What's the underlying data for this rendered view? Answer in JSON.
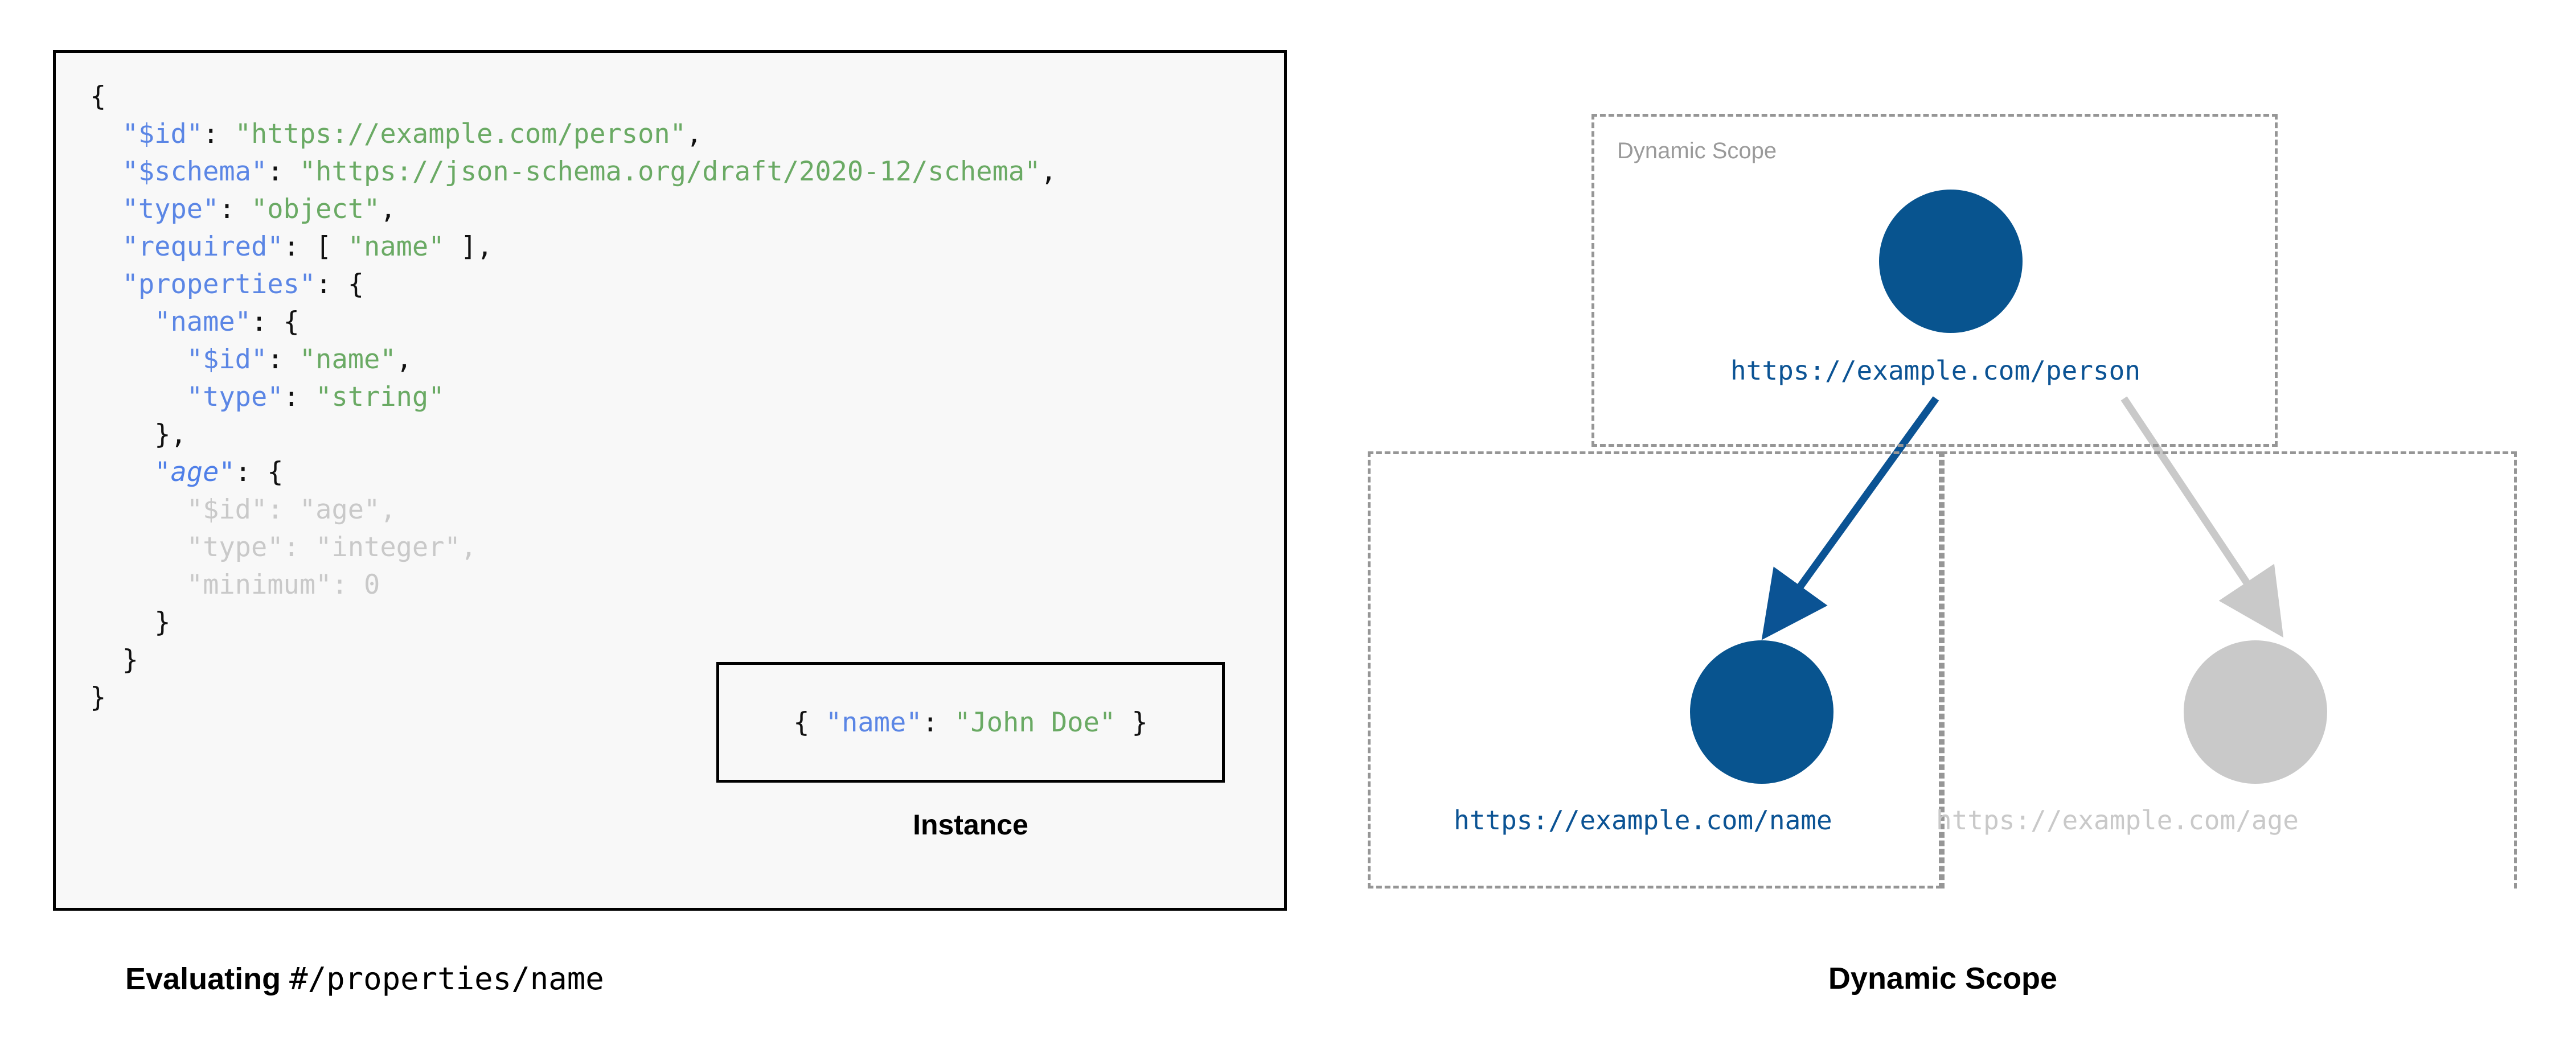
{
  "left": {
    "code_lines": [
      {
        "indent": 0,
        "tokens": [
          {
            "t": "{",
            "c": "p"
          }
        ]
      },
      {
        "indent": 1,
        "tokens": [
          {
            "t": "\"$id\"",
            "c": "k"
          },
          {
            "t": ": ",
            "c": "p"
          },
          {
            "t": "\"https://example.com/person\"",
            "c": "s"
          },
          {
            "t": ",",
            "c": "p"
          }
        ]
      },
      {
        "indent": 1,
        "tokens": [
          {
            "t": "\"$schema\"",
            "c": "k"
          },
          {
            "t": ": ",
            "c": "p"
          },
          {
            "t": "\"https://json-schema.org/draft/2020-12/schema\"",
            "c": "s"
          },
          {
            "t": ",",
            "c": "p"
          }
        ]
      },
      {
        "indent": 1,
        "tokens": [
          {
            "t": "\"type\"",
            "c": "k"
          },
          {
            "t": ": ",
            "c": "p"
          },
          {
            "t": "\"object\"",
            "c": "s"
          },
          {
            "t": ",",
            "c": "p"
          }
        ]
      },
      {
        "indent": 1,
        "tokens": [
          {
            "t": "\"required\"",
            "c": "k"
          },
          {
            "t": ": [ ",
            "c": "p"
          },
          {
            "t": "\"name\"",
            "c": "s"
          },
          {
            "t": " ],",
            "c": "p"
          }
        ]
      },
      {
        "indent": 1,
        "tokens": [
          {
            "t": "\"properties\"",
            "c": "k"
          },
          {
            "t": ": {",
            "c": "p"
          }
        ]
      },
      {
        "indent": 2,
        "tokens": [
          {
            "t": "\"name\"",
            "c": "k"
          },
          {
            "t": ": {",
            "c": "p"
          }
        ]
      },
      {
        "indent": 3,
        "tokens": [
          {
            "t": "\"$id\"",
            "c": "k"
          },
          {
            "t": ": ",
            "c": "p"
          },
          {
            "t": "\"name\"",
            "c": "s"
          },
          {
            "t": ",",
            "c": "p"
          }
        ]
      },
      {
        "indent": 3,
        "tokens": [
          {
            "t": "\"type\"",
            "c": "k"
          },
          {
            "t": ": ",
            "c": "p"
          },
          {
            "t": "\"string\"",
            "c": "s"
          }
        ]
      },
      {
        "indent": 2,
        "tokens": [
          {
            "t": "},",
            "c": "p"
          }
        ]
      },
      {
        "indent": 2,
        "tokens": [
          {
            "t": "\"age\"",
            "c": "key-italic"
          },
          {
            "t": ": {",
            "c": "p"
          }
        ]
      },
      {
        "indent": 3,
        "dim": true,
        "tokens": [
          {
            "t": "\"$id\"",
            "c": "k"
          },
          {
            "t": ": ",
            "c": "p"
          },
          {
            "t": "\"age\"",
            "c": "s"
          },
          {
            "t": ",",
            "c": "p"
          }
        ]
      },
      {
        "indent": 3,
        "dim": true,
        "tokens": [
          {
            "t": "\"type\"",
            "c": "k"
          },
          {
            "t": ": ",
            "c": "p"
          },
          {
            "t": "\"integer\"",
            "c": "s"
          },
          {
            "t": ",",
            "c": "p"
          }
        ]
      },
      {
        "indent": 3,
        "dim": true,
        "tokens": [
          {
            "t": "\"minimum\"",
            "c": "k"
          },
          {
            "t": ": ",
            "c": "p"
          },
          {
            "t": "0",
            "c": "n"
          }
        ]
      },
      {
        "indent": 2,
        "tokens": [
          {
            "t": "}",
            "c": "p"
          }
        ]
      },
      {
        "indent": 1,
        "tokens": [
          {
            "t": "}",
            "c": "p"
          }
        ]
      },
      {
        "indent": 0,
        "tokens": [
          {
            "t": "}",
            "c": "p"
          }
        ]
      }
    ],
    "instance": {
      "tokens": [
        {
          "t": "{ ",
          "c": "p"
        },
        {
          "t": "\"name\"",
          "c": "k"
        },
        {
          "t": ": ",
          "c": "p"
        },
        {
          "t": "\"John Doe\"",
          "c": "s"
        },
        {
          "t": " }",
          "c": "p"
        }
      ],
      "label": "Instance"
    },
    "caption_bold": "Evaluating ",
    "caption_mono": "#/properties/name"
  },
  "right": {
    "scope_top_label": "Dynamic Scope",
    "nodes": [
      {
        "id": "person",
        "label": "https://example.com/person",
        "color": "#08548f",
        "active": true
      },
      {
        "id": "name",
        "label": "https://example.com/name",
        "color": "#08548f",
        "active": true
      },
      {
        "id": "age",
        "label": "https://example.com/age",
        "color": "#c9c9c9",
        "active": false
      }
    ],
    "caption": "Dynamic Scope"
  },
  "colors": {
    "accent_blue": "#08548f",
    "link_blue": "#0b5394",
    "key_blue": "#5b86e5",
    "string_green": "#6aaa64",
    "muted_grey": "#c9c9c9",
    "dash_grey": "#969696",
    "code_bg": "#f8f8f8"
  }
}
